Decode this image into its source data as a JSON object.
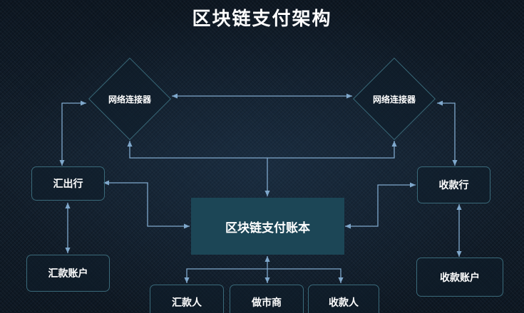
{
  "title": "区块链支付架构",
  "nodes": {
    "connector_left": "网络连接器",
    "connector_right": "网络连接器",
    "remitter_bank": "汇出行",
    "receiver_bank": "收款行",
    "remitter_account": "汇款账户",
    "receiver_account": "收款账户",
    "ledger": "区块链支付账本",
    "remitter": "汇款人",
    "market_maker": "做市商",
    "payee": "收款人"
  },
  "colors": {
    "background": "#101a26",
    "line": "#7fa8cc",
    "box_border": "#3a6a7a",
    "ledger_fill": "#1c4656",
    "text": "#ffffff"
  }
}
